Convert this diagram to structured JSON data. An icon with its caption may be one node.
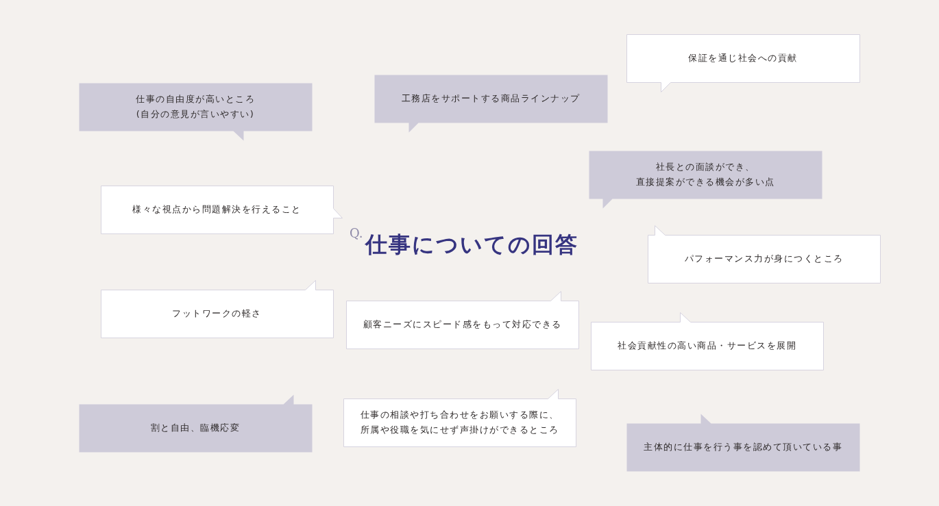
{
  "diagram": {
    "title": "仕事についての回答",
    "nodes": [
      {
        "text": [
          "保証を通じ社会への貢献"
        ]
      },
      {
        "text": [
          "仕事の自由度が高いところ(自分の意見が言いやすい)"
        ]
      },
      {
        "text": [
          "工務店をサポートする商品ラインナップ"
        ]
      },
      {
        "text": [
          "社長との面談ができ、直接提案ができる機会が多い点"
        ]
      },
      {
        "text": [
          "様々な視点から問題解決を行えること"
        ]
      },
      {
        "text": [
          "パフォーマンス力が身につくところ"
        ]
      },
      {
        "text": [
          "フットワークの軽さ"
        ]
      },
      {
        "text": [
          "顧客ニーズにスピード感をもって対応できる"
        ]
      },
      {
        "text": [
          "社会貢献性の高い商品・サービスを展開"
        ]
      },
      {
        "text": [
          "割と自由、臨機応変"
        ]
      },
      {
        "text": [
          "仕事の相談や打ち合わせをお願いする際に、所属や役職を気にせず声掛けができるところ"
        ]
      },
      {
        "text": [
          "主体的に仕事を行う事を認めて頂いている事"
        ]
      }
    ],
    "labels": [
      "Q."
    ]
  }
}
